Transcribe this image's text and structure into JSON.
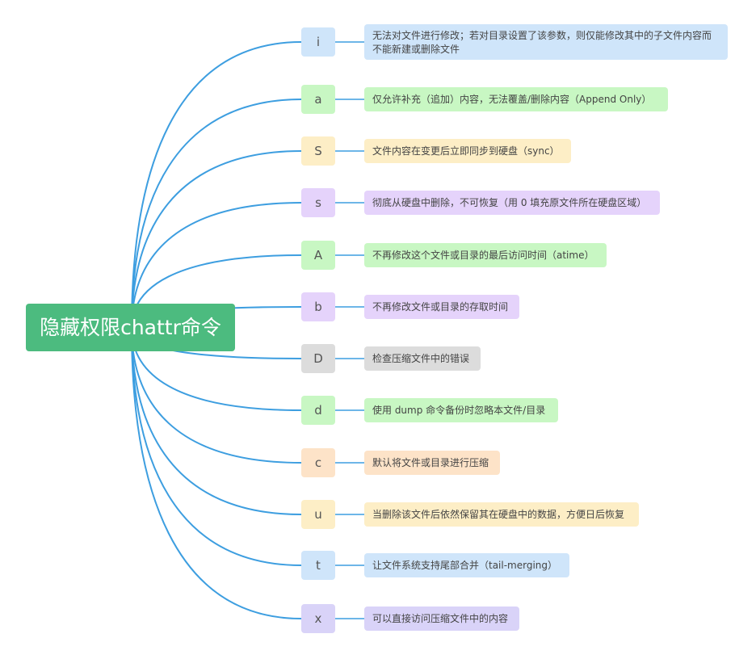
{
  "root": {
    "label": "隐藏权限chattr命令",
    "color": "#4cbb7f"
  },
  "branches": [
    {
      "flag": "i",
      "desc": "无法对文件进行修改；若对目录设置了该参数，则仅能修改其中的子文件内容而不能新建或删除文件",
      "color": "#cfe5fa",
      "line": "#4da0dd"
    },
    {
      "flag": "a",
      "desc": "仅允许补充（追加）内容，无法覆盖/删除内容（Append Only）",
      "color": "#c8f7c3",
      "line": "#5cc85c"
    },
    {
      "flag": "S",
      "desc": "文件内容在变更后立即同步到硬盘（sync）",
      "color": "#fdeec6",
      "line": "#e8b44c"
    },
    {
      "flag": "s",
      "desc": "彻底从硬盘中删除，不可恢复（用 0 填充原文件所在硬盘区域）",
      "color": "#e5d3fb",
      "line": "#a67ddc"
    },
    {
      "flag": "A",
      "desc": "不再修改这个文件或目录的最后访问时间（atime）",
      "color": "#c8f7c3",
      "line": "#5cc85c"
    },
    {
      "flag": "b",
      "desc": "不再修改文件或目录的存取时间",
      "color": "#e5d3fb",
      "line": "#a67ddc"
    },
    {
      "flag": "D",
      "desc": "检查压缩文件中的错误",
      "color": "#dcdcdc",
      "line": "#a0a0a0"
    },
    {
      "flag": "d",
      "desc": "使用 dump 命令备份时忽略本文件/目录",
      "color": "#c8f7c3",
      "line": "#5cc85c"
    },
    {
      "flag": "c",
      "desc": "默认将文件或目录进行压缩",
      "color": "#fde3c8",
      "line": "#e8a060"
    },
    {
      "flag": "u",
      "desc": "当删除该文件后依然保留其在硬盘中的数据，方便日后恢复",
      "color": "#fdeec6",
      "line": "#e8b44c"
    },
    {
      "flag": "t",
      "desc": "让文件系统支持尾部合并（tail-merging）",
      "color": "#cfe5fa",
      "line": "#4da0dd"
    },
    {
      "flag": "x",
      "desc": "可以直接访问压缩文件中的内容",
      "color": "#d9d3f8",
      "line": "#8a80d8"
    }
  ]
}
